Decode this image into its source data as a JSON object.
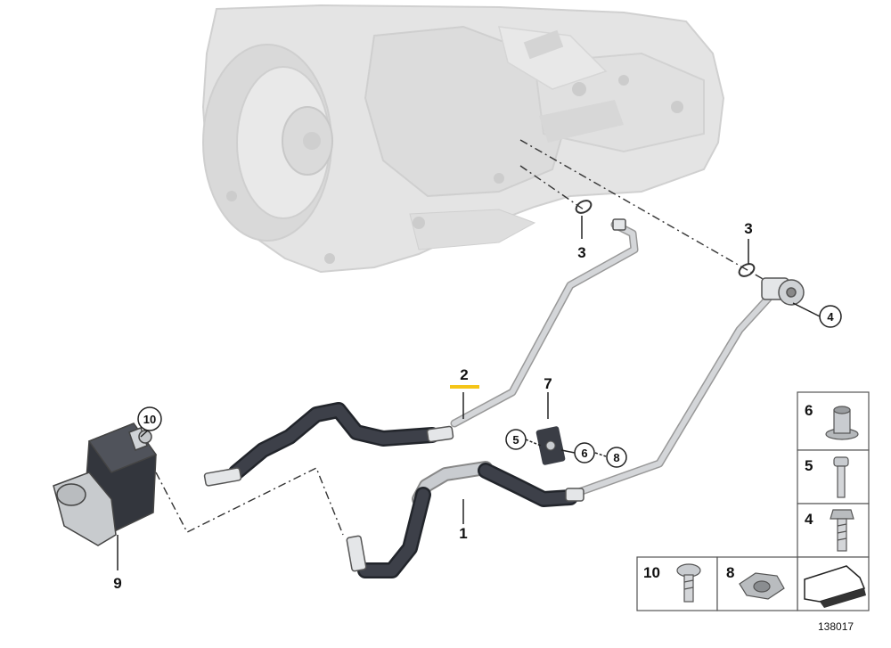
{
  "callouts": {
    "c1": "1",
    "c2": "2",
    "c3a": "3",
    "c3b": "3",
    "c4": "4",
    "c5": "5",
    "c6": "6",
    "c7": "7",
    "c8": "8",
    "c9": "9",
    "c10": "10"
  },
  "legend": {
    "p6": "6",
    "p5": "5",
    "p4": "4",
    "p10": "10",
    "p8": "8"
  },
  "catalog_number": "138017",
  "colors": {
    "highlight": "#f5c518",
    "line": "#333333",
    "engine": "#e2e2e2",
    "hose": "#3a3d45",
    "pipe": "#c9ccd0"
  }
}
